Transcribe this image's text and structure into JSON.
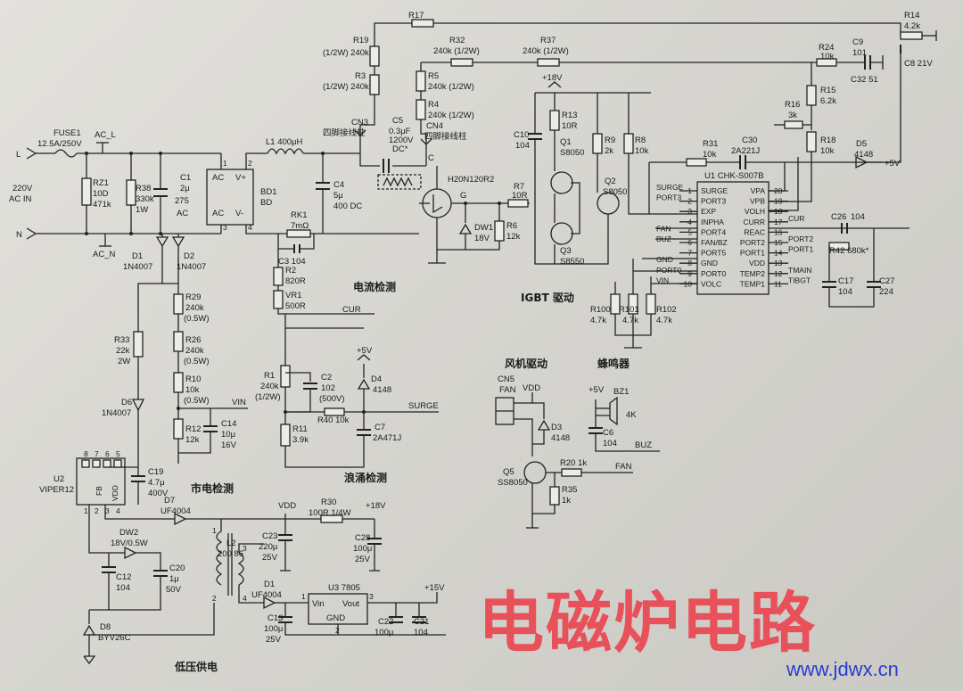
{
  "title": "电磁炉电路",
  "website": "www.jdwx.cn",
  "colors": {
    "title": "#e8505a",
    "website": "#2a3cd0",
    "ink": "#222222"
  },
  "sections": {
    "current_detect": "电流检测",
    "igbt_drive": "IGBT 驱动",
    "fan_drive": "风机驱动",
    "buzzer": "蜂鸣器",
    "mains_detect": "市电检测",
    "surge_detect": "浪涌检测",
    "low_voltage": "低压供电"
  },
  "components": {
    "fuse": "FUSE1",
    "fuse_val": "12.5A/250V",
    "acl": "AC_L",
    "acn": "AC_N",
    "l": "L",
    "n": "N",
    "ac_in1": "220V",
    "ac_in2": "AC IN",
    "rz1": "RZ1",
    "rz1_v1": "10D",
    "rz1_v2": "471k",
    "r38": "R38",
    "r38_v1": "330k",
    "r38_v2": "1W",
    "c1": "C1",
    "c1_v1": "2μ",
    "c1_v2": "275",
    "c1_v3": "AC",
    "bd1": "BD1",
    "bd": "BD",
    "ac_a": "AC",
    "ac_b": "AC",
    "vplus": "V+",
    "vminus": "V-",
    "l1": "L1 400μH",
    "c4": "C4",
    "c4_v1": "5μ",
    "c4_v2": "400 DC",
    "rk1": "RK1",
    "rk1_v": "7mΩ",
    "c3": "C3 104",
    "r2": "R2",
    "r2_v": "820R",
    "vr1": "VR1",
    "vr1_v": "500R",
    "cur": "CUR",
    "r17": "R17",
    "r19": "R19",
    "r19_v": "(1/2W) 240k",
    "r3_v": "(1/2W) 240k",
    "r3": "R3",
    "cn3": "CN3",
    "cn3_v": "四脚接线柱",
    "cn4": "CN4",
    "cn4_v": "四脚接线柱",
    "c5": "C5",
    "c5_v1": "0.3μF",
    "c5_v2": "1200V",
    "c5_v3": "DC*",
    "r32": "R32",
    "r32_v": "240k (1/2W)",
    "r37": "R37",
    "r37_v": "240k (1/2W)",
    "r5": "R5",
    "r5_v": "240k (1/2W)",
    "r4": "R4",
    "r4_v": "240k (1/2W)",
    "igbt": "H20N120R2",
    "g": "G",
    "c_pin": "C",
    "dw1": "DW1",
    "dw1_v": "18V",
    "r6": "R6",
    "r6_v": "12k",
    "r7": "R7",
    "r7_v": "10R",
    "p18v": "+18V",
    "r13": "R13",
    "r13_v": "10R",
    "c10": "C10",
    "c10_v": "104",
    "q1": "Q1",
    "q1_v": "S8050",
    "q2": "Q2",
    "q2_v": "S8050",
    "q3": "Q3",
    "q3_v": "S8550",
    "r9": "R9",
    "r9_v": "2k",
    "r8": "R8",
    "r8_v": "10k",
    "r14": "R14",
    "r14_v": "4.2k",
    "c8": "C8 21V",
    "r24": "R24",
    "r24_v": "10k",
    "c9": "C9",
    "c9_v": "101",
    "c32": "C32 51",
    "r15": "R15",
    "r15_v": "6.2k",
    "r16": "R16",
    "r16_v": "3k",
    "r18": "R18",
    "r18_v": "10k",
    "r31": "R31",
    "r31_v": "10k",
    "c30": "C30",
    "c30_v": "2A221J",
    "d5": "D5",
    "d5_v": "4148",
    "p5v": "+5V",
    "u1": "U1 CHK-S007B",
    "u1_left": [
      "SURGE",
      "PORT3",
      "EXP",
      "INPHA",
      "PORT4",
      "FAN/BZ",
      "PORT5",
      "GND",
      "PORT0",
      "VOLC"
    ],
    "u1_right": [
      "VPA",
      "VPB",
      "VOLH",
      "CURR",
      "REAC",
      "PORT2",
      "PORT1",
      "VDD",
      "TEMP2",
      "TEMP1"
    ],
    "u1_left_pins": [
      "1",
      "2",
      "3",
      "4",
      "5",
      "6",
      "7",
      "8",
      "9",
      "10"
    ],
    "u1_right_pins": [
      "20",
      "19",
      "18",
      "17",
      "16",
      "15",
      "14",
      "13",
      "12",
      "11"
    ],
    "ext_left": [
      "SURGE",
      "PORT3",
      "",
      "",
      "FAN",
      "BUZ",
      "",
      "GND",
      "PORT0",
      "VIN"
    ],
    "ext_right": [
      "",
      "",
      "",
      "CUR",
      "",
      "PORT2",
      "PORT1",
      "",
      "TMAIN",
      "TIBGT"
    ],
    "c26": "C26",
    "c26_v": "104",
    "r42": "R42 680k*",
    "c17": "C17",
    "c17_v": "104",
    "c27": "C27",
    "c27_v": "224",
    "r100": "R100",
    "r100_v": "4.7k",
    "r101": "R101",
    "r101_v": "4.7k",
    "r102": "R102",
    "r102_v": "4.7k",
    "d1": "D1",
    "d1_v": "1N4007",
    "d2": "D2",
    "d2_v": "1N4007",
    "r29": "R29",
    "r29_v1": "240k",
    "r29_v2": "(0.5W)",
    "r26": "R26",
    "r26_v1": "240k",
    "r26_v2": "(0.5W)",
    "r10": "R10",
    "r10_v1": "10k",
    "r10_v2": "(0.5W)",
    "r33": "R33",
    "r33_v1": "22k",
    "r33_v2": "2W",
    "d6": "D6",
    "d6_v": "1N4007",
    "vin": "VIN",
    "r12": "R12",
    "r12_v": "12k",
    "c14": "C14",
    "c14_v1": "10μ",
    "c14_v2": "16V",
    "r1": "R1",
    "r1_v1": "240k",
    "r1_v2": "(1/2W)",
    "c2": "C2",
    "c2_v1": "102",
    "c2_v2": "(500V)",
    "r40": "R40 10k",
    "r11": "R11",
    "r11_v": "3.9k",
    "d4": "D4",
    "d4_v": "4148",
    "c7": "C7",
    "c7_v": "2A471J",
    "surge": "SURGE",
    "cn5": "CN5",
    "cn5_v": "FAN",
    "vdd": "VDD",
    "d3": "D3",
    "d3_v": "4148",
    "q5": "Q5",
    "q5_v": "SS8050",
    "r20": "R20 1k",
    "fan": "FAN",
    "r35": "R35",
    "r35_v": "1k",
    "bz1": "BZ1",
    "bz1_v": "4K",
    "c6": "C6",
    "c6_v": "104",
    "buz": "BUZ",
    "u2": "U2",
    "u2_v": "VIPER12",
    "u2_pins_top": [
      "8",
      "7",
      "6",
      "5"
    ],
    "u2_pins_bot": [
      "1",
      "2",
      "3",
      "4"
    ],
    "u2_fb": "FB",
    "u2_vdd": "VDD",
    "c19": "C19",
    "c19_v1": "4.7μ",
    "c19_v2": "400V",
    "d7": "D7",
    "d7_v": "UF4004",
    "dw2": "DW2",
    "dw2_v": "18V/0.5W",
    "c12": "C12",
    "c12_v": "104",
    "c20": "C20",
    "c20_v1": "1μ",
    "c20_v2": "50V",
    "d8": "D8",
    "d8_v": "BYV26C",
    "l2": "L2",
    "l2_v": "200 86",
    "l2_p1": "1",
    "l2_p2": "2",
    "l2_p3": "3",
    "l2_p4": "4",
    "d1b": "D1",
    "d1b_v": "UF4004",
    "c23": "C23",
    "c23_v1": "220μ",
    "c23_v2": "25V",
    "r30": "R30",
    "r30_v": "100R 1/4W",
    "c28": "C28",
    "c28_v1": "100μ",
    "c28_v2": "25V",
    "c13": "C13",
    "c13_v1": "100μ",
    "c13_v2": "25V",
    "u3": "U3 7805",
    "u3_vin": "Vin",
    "u3_vout": "Vout",
    "u3_gnd": "GND",
    "u3_p1": "1",
    "u3_p2": "2",
    "u3_p3": "3",
    "p15v": "+15V",
    "c22": "C22",
    "c22_v": "100μ",
    "c21": "C21",
    "c21_v": "104",
    "vdd2": "VDD",
    "p18v2": "+18V"
  }
}
